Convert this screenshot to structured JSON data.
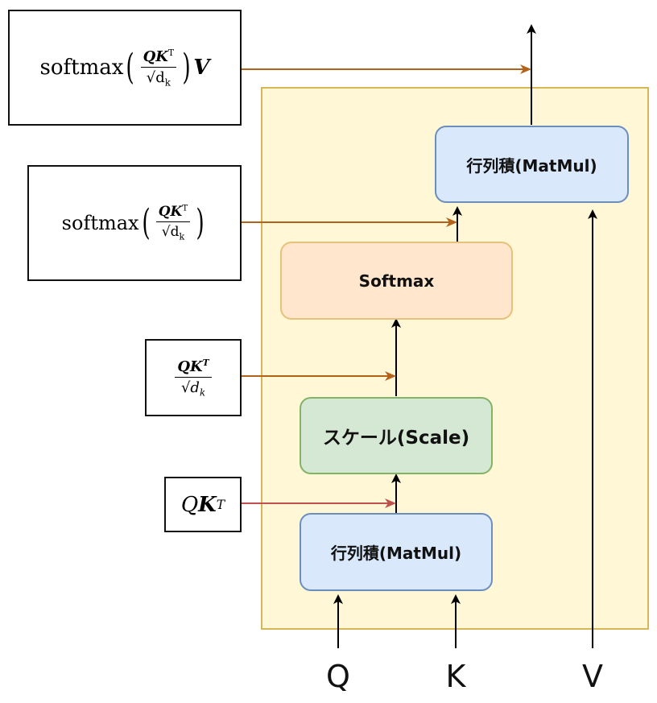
{
  "nodes": {
    "matmul_top": "行列積(MatMul)",
    "softmax": "Softmax",
    "scale": "スケール(Scale)",
    "matmul_bottom": "行列積(MatMul)"
  },
  "inputs": {
    "q": "Q",
    "k": "K",
    "v": "V"
  },
  "annotations": {
    "output": {
      "func": "softmax",
      "num": "QK",
      "num_sup": "T",
      "den": "d",
      "den_sub": "k",
      "tail": "V"
    },
    "softmax_out": {
      "func": "softmax",
      "num": "QK",
      "num_sup": "T",
      "den": "d",
      "den_sub": "k"
    },
    "scaled": {
      "num": "QK",
      "num_sup": "T",
      "den": "d",
      "den_sub": "k"
    },
    "product": {
      "q": "Q",
      "k": "K",
      "sup": "T"
    }
  },
  "colors": {
    "container_fill": "#fff7d6",
    "container_border": "#d6b656",
    "matmul_fill": "#dae8fc",
    "matmul_border": "#6c8ebf",
    "scale_fill": "#d5e8d4",
    "scale_border": "#82b366",
    "softmax_fill": "#ffe6cc",
    "softmax_border": "#e6c17a",
    "annotation_arrow": "#b4621a",
    "product_arrow": "#c0504d",
    "flow_arrow": "#000000"
  }
}
